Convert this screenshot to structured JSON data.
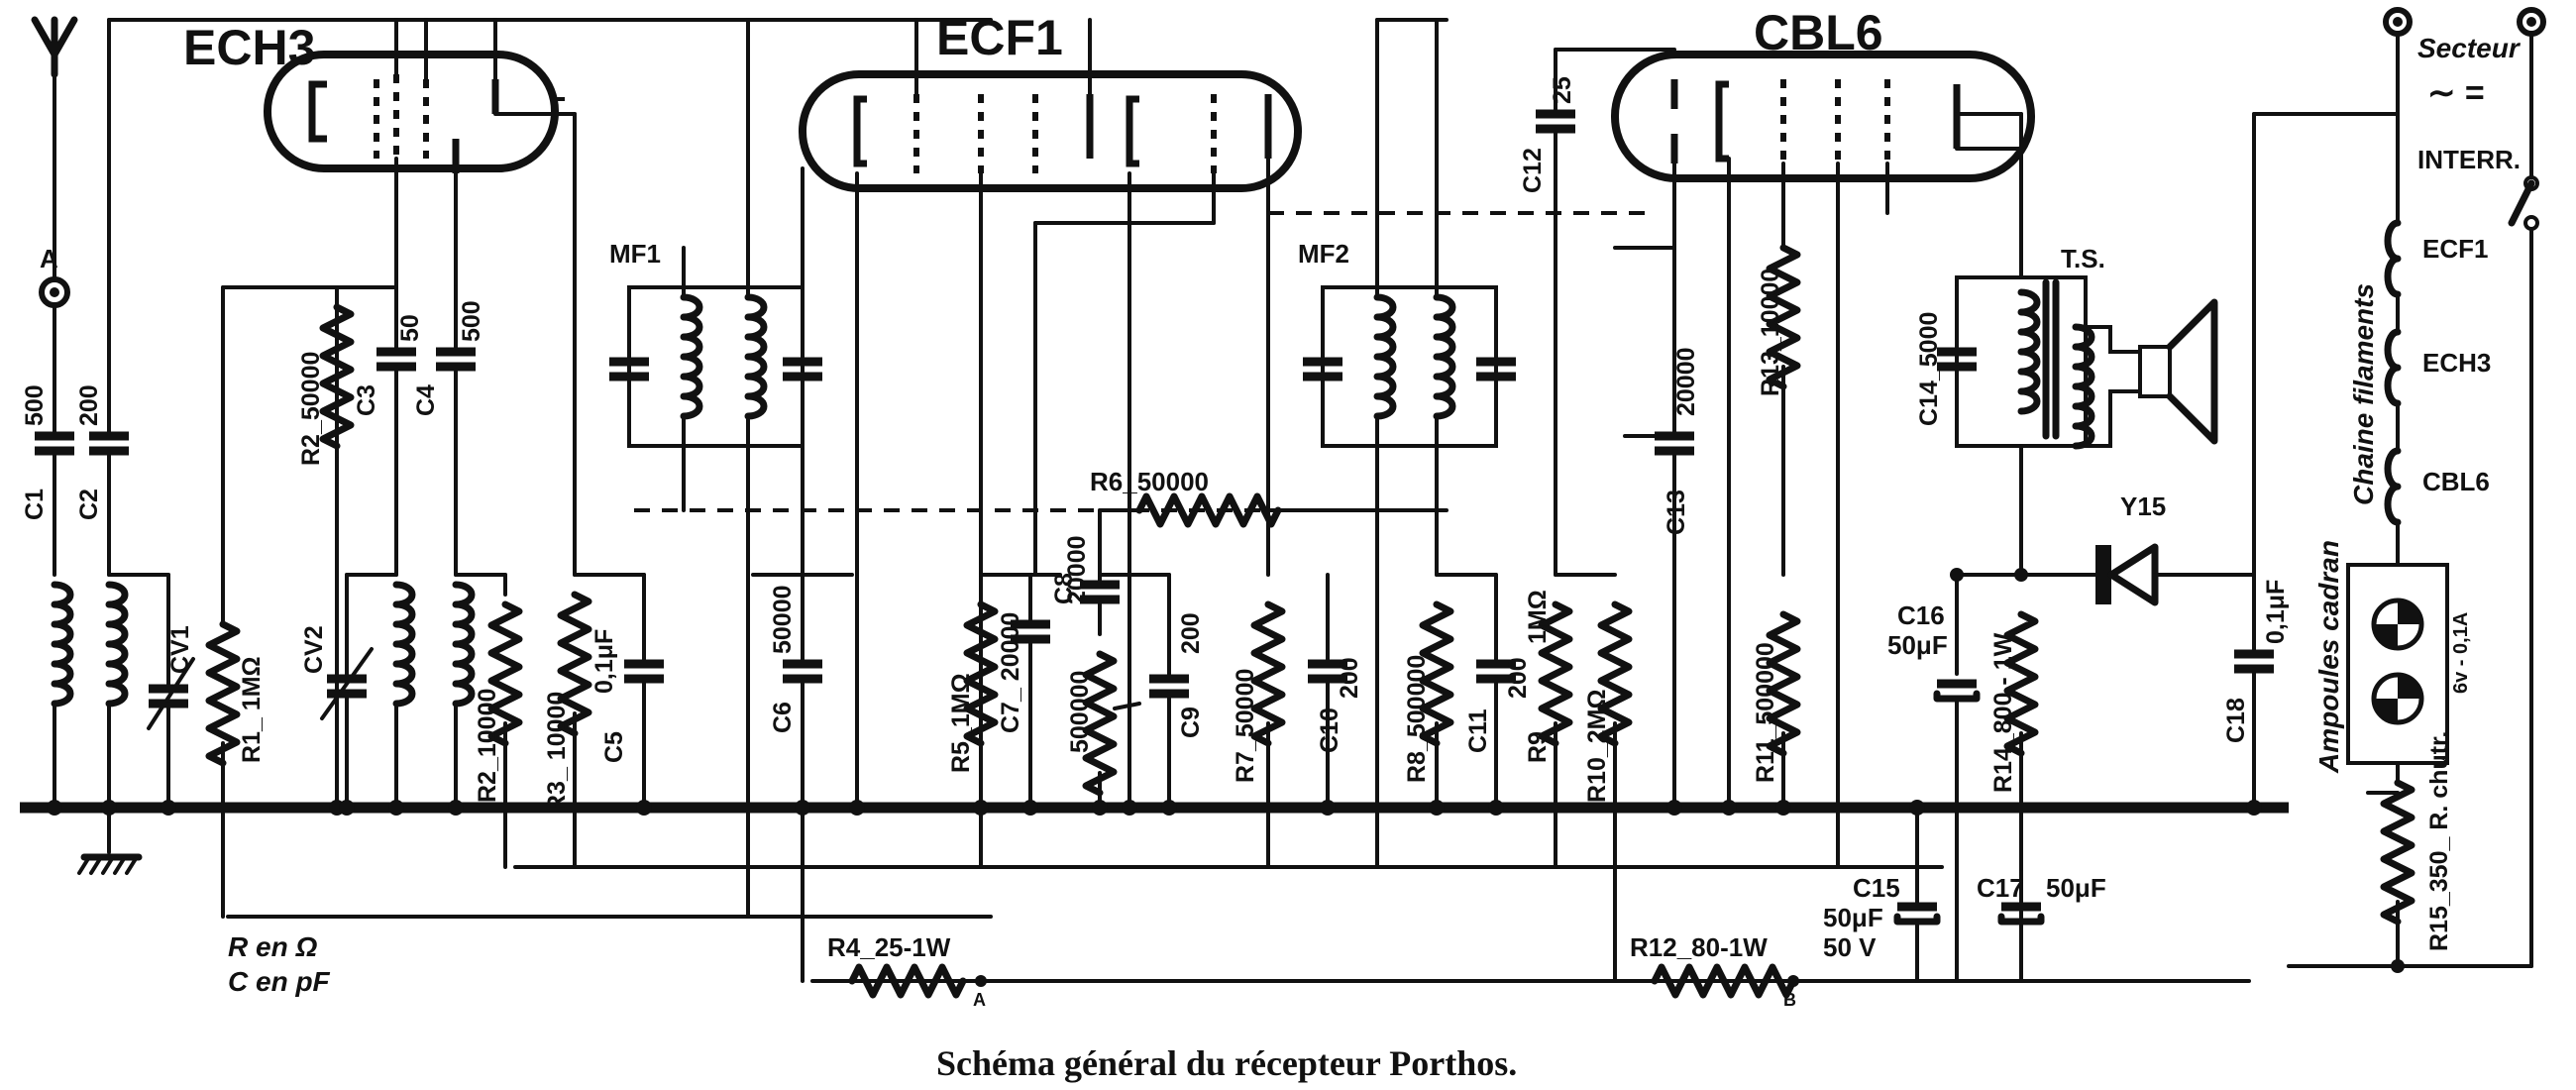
{
  "caption": "Schéma général du récepteur Porthos.",
  "legend": {
    "r_unit": "R en Ω",
    "c_unit": "C en pF"
  },
  "tubes": {
    "ech3": "ECH3",
    "ecf1": "ECF1",
    "cbl6": "CBL6"
  },
  "terminals": {
    "antenna": "A",
    "node_a": "A",
    "node_b": "B"
  },
  "mains": {
    "secteur": "Secteur",
    "ac_dc": "∼ =",
    "switch": "INTERR."
  },
  "filaments": {
    "chain_label": "Chaine filaments",
    "f1": "ECF1",
    "f2": "ECH3",
    "f3": "CBL6"
  },
  "dial_lamps": {
    "label": "Ampoules cadran",
    "rating": "6v - 0,1A"
  },
  "components": {
    "c1": "C1",
    "c1v": "500",
    "c2": "C2",
    "c2v": "200",
    "cv1": "CV1",
    "cv2": "CV2",
    "r1": "R1_ 1MΩ",
    "r2a": "R2_50000",
    "c3": "C3",
    "c3v": "50",
    "c4": "C4",
    "c4v": "500",
    "r2b": "R2_10000",
    "r3": "R3_ 10000",
    "c5": "C5",
    "c5v": "0,1μF",
    "mf1": "MF1",
    "mf2": "MF2",
    "c6": "C6",
    "c6v": "50000",
    "r5": "R5_1MΩ",
    "c7": "C7_ 20000",
    "c8": "C8",
    "c8v": "20000",
    "pot": "500000",
    "c9": "C9",
    "c9v": "200",
    "r6": "R6_50000",
    "r7": "R7_50000",
    "c10": "C10",
    "c10v": "200",
    "r8": "R8_500000",
    "c11": "C11",
    "c11v": "200",
    "r9": "R9",
    "r9v": "1MΩ",
    "r10": "R10_2MΩ",
    "c12": "C12",
    "c12v": "25",
    "c13": "C13",
    "c13v": "20000",
    "r11": "R11_500000",
    "r13": "R13_10000",
    "c14": "C14_5000",
    "ts": "T.S.",
    "y15": "Y15",
    "c16": "C16",
    "c16v": "50μF",
    "r14": "R14_800 - 1W",
    "c18": "C18",
    "c18v": "0,1μF",
    "r15": "R15_350_ R. chutr.",
    "c15": "C15",
    "c15v": "50μF",
    "c15v2": "50 V",
    "c17": "C17",
    "c17v": "50μF",
    "r4": "R4_25-1W",
    "r12": "R12_80-1W"
  }
}
